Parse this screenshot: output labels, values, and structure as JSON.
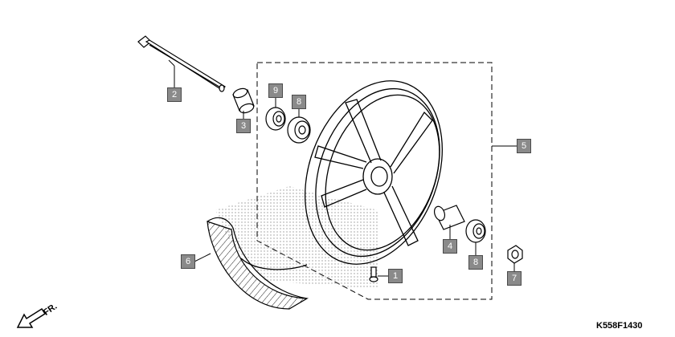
{
  "diagram": {
    "code": "K558F1430",
    "direction_label": "FR.",
    "callouts": [
      {
        "id": "1",
        "label": "1"
      },
      {
        "id": "2",
        "label": "2"
      },
      {
        "id": "3",
        "label": "3"
      },
      {
        "id": "4",
        "label": "4"
      },
      {
        "id": "5",
        "label": "5"
      },
      {
        "id": "6",
        "label": "6"
      },
      {
        "id": "7",
        "label": "7"
      },
      {
        "id": "8a",
        "label": "8"
      },
      {
        "id": "8b",
        "label": "8"
      },
      {
        "id": "9",
        "label": "9"
      }
    ],
    "colors": {
      "line": "#000000",
      "callout_fill": "#8a8a8a",
      "stipple": "#9a9a9a"
    }
  }
}
